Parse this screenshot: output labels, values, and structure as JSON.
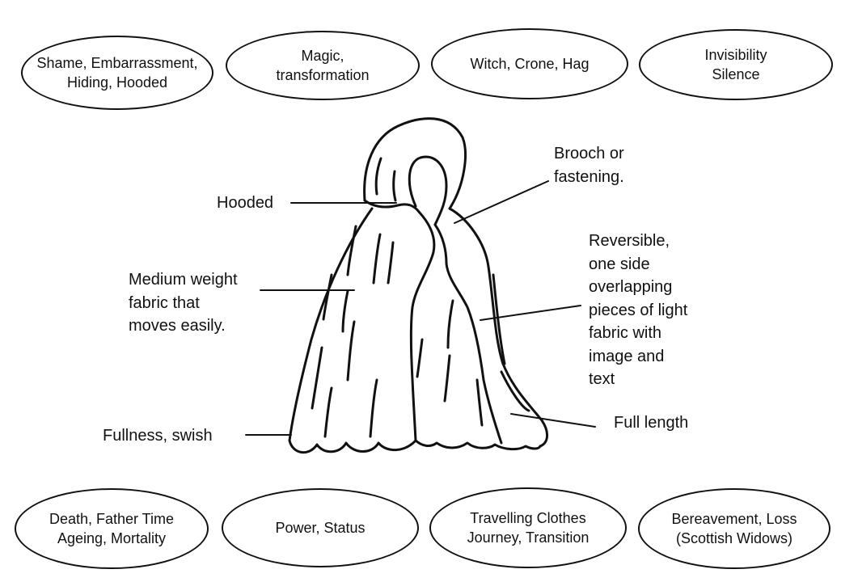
{
  "top_themes": [
    {
      "lines": [
        "Shame, Embarrassment,",
        "Hiding, Hooded"
      ]
    },
    {
      "lines": [
        "Magic,",
        "transformation"
      ]
    },
    {
      "lines": [
        "Witch, Crone, Hag"
      ]
    },
    {
      "lines": [
        "Invisibility",
        "Silence"
      ]
    }
  ],
  "bottom_themes": [
    {
      "lines": [
        "Death, Father Time",
        "Ageing, Mortality"
      ]
    },
    {
      "lines": [
        "Power, Status"
      ]
    },
    {
      "lines": [
        "Travelling Clothes",
        "Journey, Transition"
      ]
    },
    {
      "lines": [
        "Bereavement, Loss",
        "(Scottish Widows)"
      ]
    }
  ],
  "annotations": {
    "hooded": "Hooded",
    "fabric": [
      "Medium weight",
      "fabric that",
      "moves easily."
    ],
    "fullness": "Fullness, swish",
    "brooch": [
      "Brooch or",
      "fastening."
    ],
    "reversible": [
      "Reversible,",
      "one side",
      "overlapping",
      "pieces of light",
      "fabric with",
      "image and",
      "text"
    ],
    "full_length": "Full length"
  },
  "illustration": {
    "icon": "cloak-sketch-icon",
    "stroke_color": "#111111"
  }
}
